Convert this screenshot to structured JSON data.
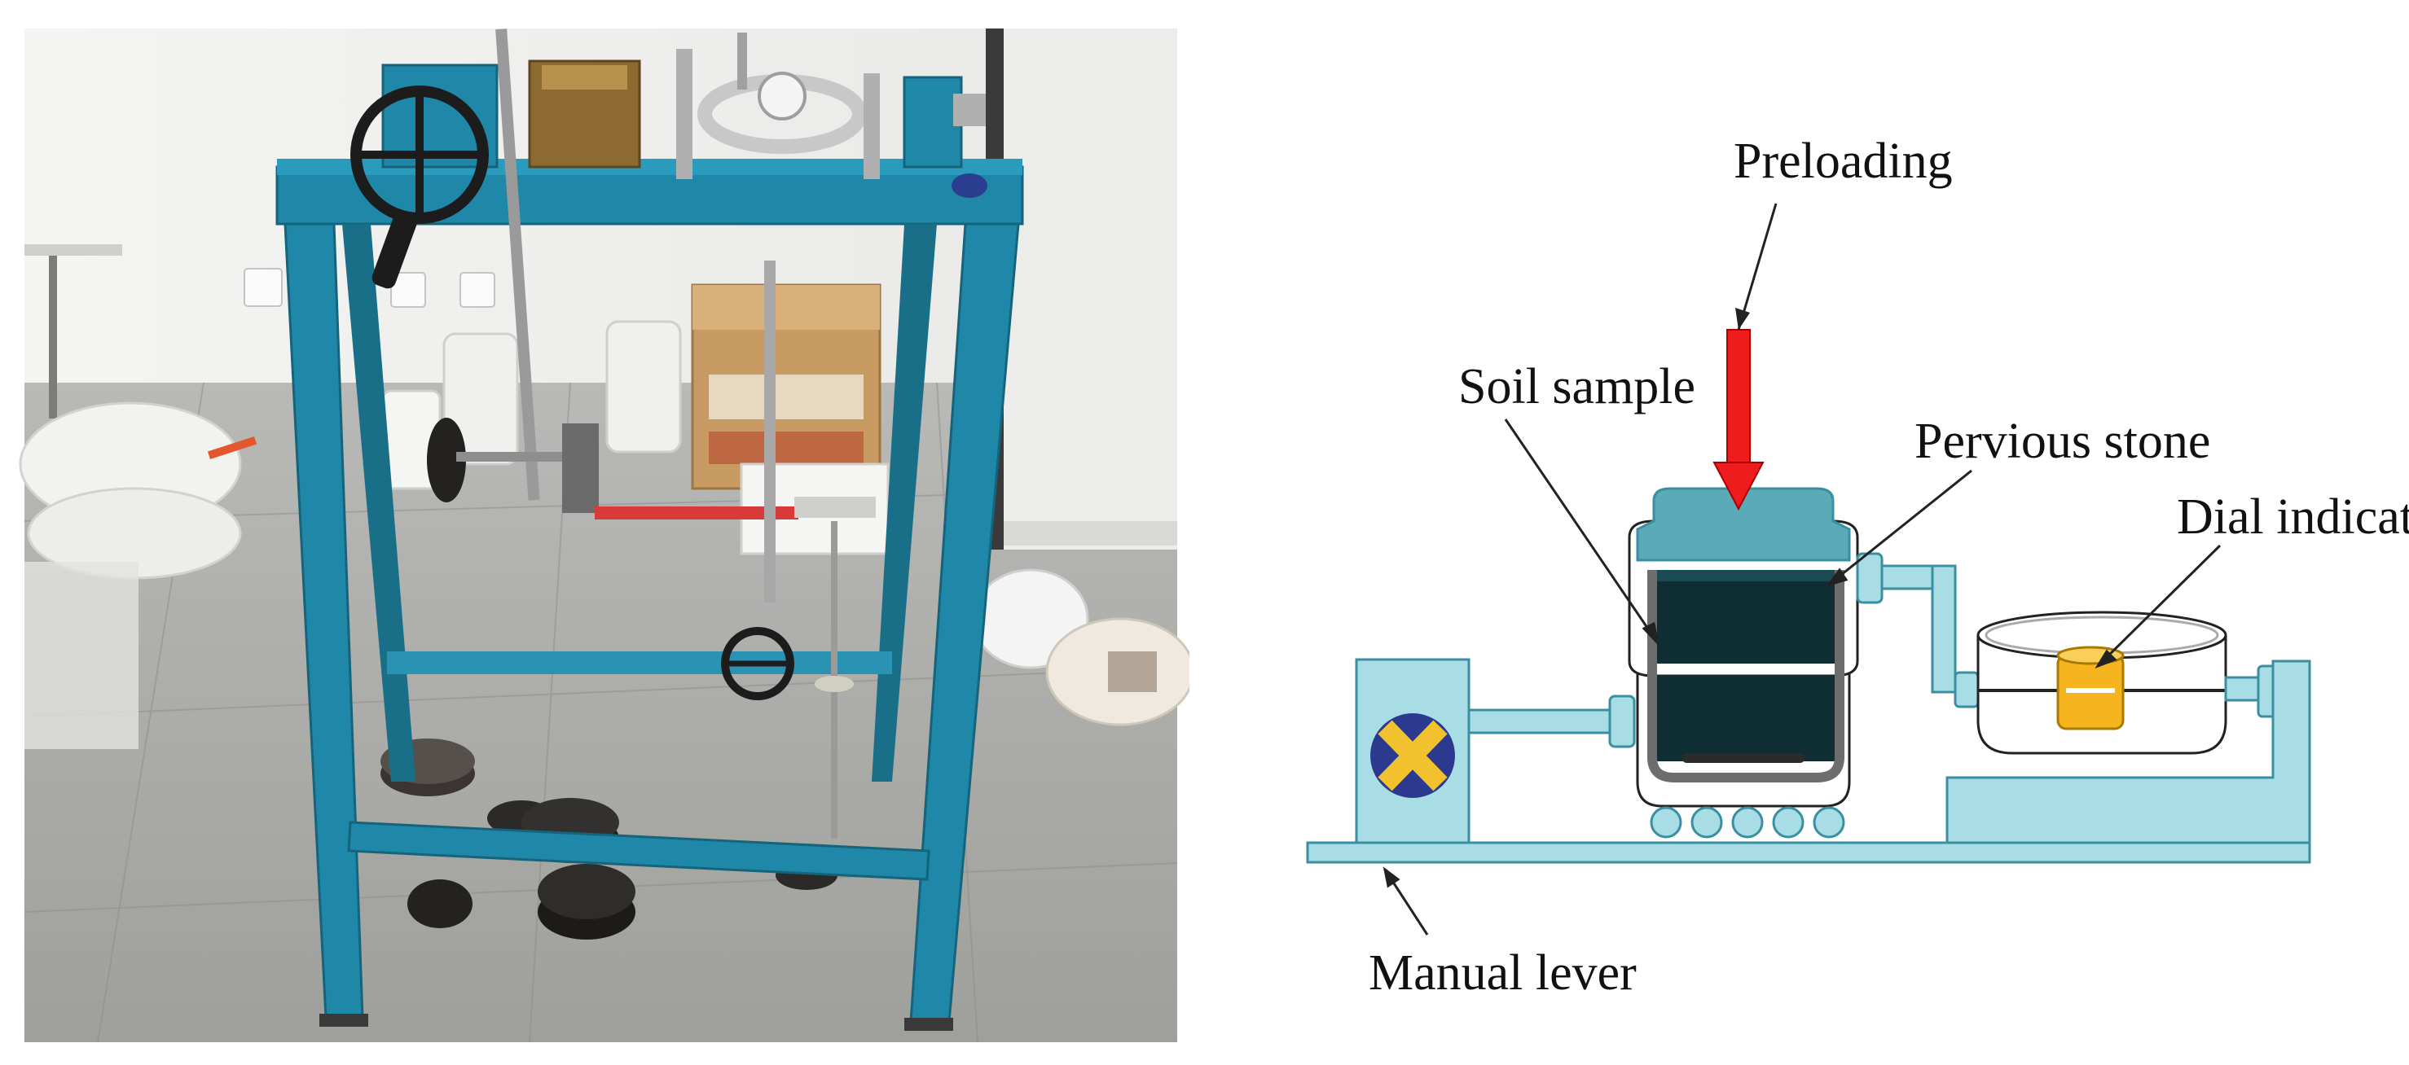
{
  "diagram": {
    "labels": {
      "preloading": "Preloading",
      "soil_sample": "Soil sample",
      "pervious_stone": "Pervious stone",
      "dial_indicator": "Dial indicator",
      "manual_lever": "Manual lever"
    }
  },
  "colors": {
    "frame_blue": "#1f88a8",
    "frame_blue_dark": "#16647c",
    "machine_light_blue": "#a8dde6",
    "machine_stroke": "#3a8fa0",
    "soil_dark": "#0e2e33",
    "arrow_red": "#ee1c1c",
    "x_blue": "#2b3a8f",
    "x_yellow": "#f2c12e",
    "dial_yellow": "#f6b51e"
  }
}
